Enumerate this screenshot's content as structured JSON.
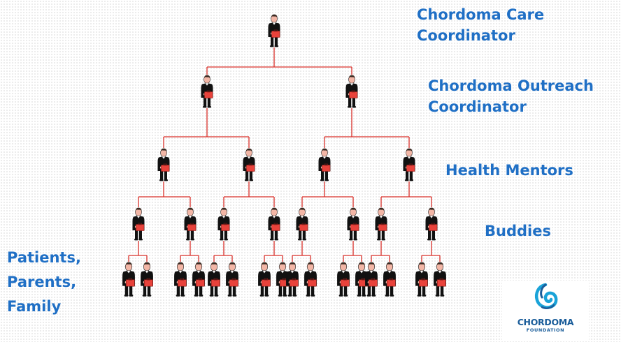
{
  "levels": {
    "care_coordinator": [
      "Chordoma Care",
      "Coordinator"
    ],
    "outreach_coordinator": [
      "Chordoma Outreach",
      "Coordinator"
    ],
    "health_mentors": "Health Mentors",
    "buddies": "Buddies",
    "patients": [
      "Patients,",
      "Parents,",
      "Family"
    ]
  },
  "logo": {
    "line1": "CHORDOMA",
    "line2": "FOUNDATION"
  },
  "hierarchy": {
    "levels_people": [
      1,
      2,
      4,
      8,
      16
    ]
  },
  "colors": {
    "label_blue": "#1f6fc5",
    "connector_red": "#d9302a",
    "suit_black": "#111111",
    "briefcase_red": "#e8423b",
    "skin": "#f2b6a6",
    "logo_blue": "#1a5d9a",
    "logo_cyan": "#1aa3d8"
  },
  "icons": {
    "person": "businessman-with-briefcase-icon",
    "logo": "chordoma-foundation-spiral-icon"
  }
}
